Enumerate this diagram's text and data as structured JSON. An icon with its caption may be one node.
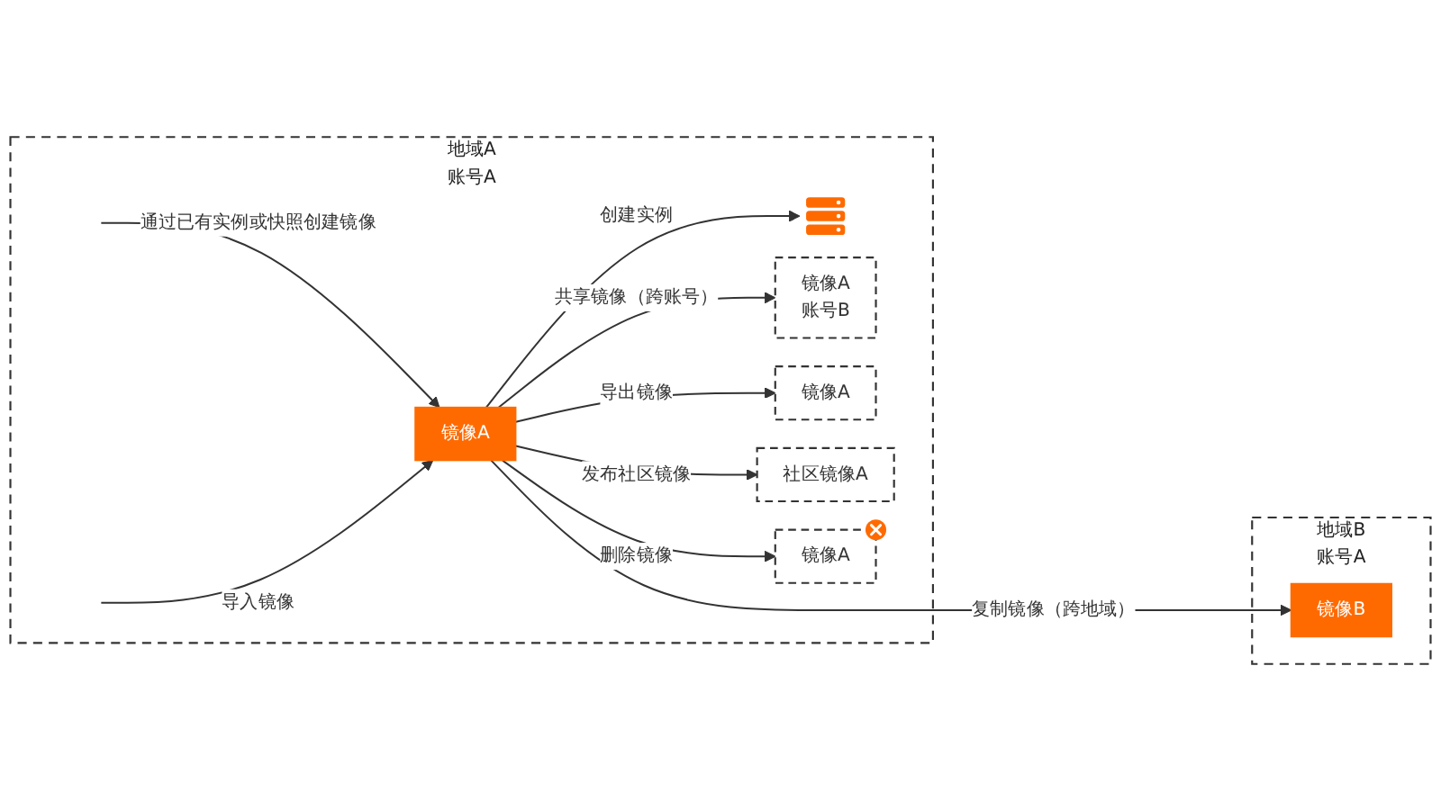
{
  "diagram": {
    "nodes": [
      {
        "text": [
          "地域A",
          "账号A"
        ]
      },
      {
        "text": [],
        "shape": "picture",
        "in": 0
      },
      {
        "text": [
          "镜像A"
        ],
        "in": 0
      },
      {
        "text": [
          "镜像A",
          "账号B"
        ],
        "in": 0
      },
      {
        "text": [
          "镜像A"
        ],
        "in": 0
      },
      {
        "text": [
          "社区镜像A"
        ],
        "in": 0
      },
      {
        "text": [
          "镜像A"
        ],
        "in": 0
      },
      {
        "text": [
          "地域B",
          "账号A"
        ]
      },
      {
        "text": [
          "镜像B"
        ],
        "in": 7
      }
    ],
    "edges": [
      {
        "from": null,
        "to": 2,
        "arrow": "to",
        "label": "通过已有实例或快照创建镜像"
      },
      {
        "from": null,
        "to": 2,
        "arrow": "to",
        "label": "导入镜像"
      },
      {
        "from": 2,
        "to": 1,
        "arrow": "to",
        "label": "创建实例"
      },
      {
        "from": 2,
        "to": 8,
        "arrow": "to",
        "label": "复制镜像（跨地域）"
      },
      {
        "from": 2,
        "to": 3,
        "arrow": "to",
        "label": "共享镜像（跨账号）"
      },
      {
        "from": 2,
        "to": 4,
        "arrow": "to",
        "label": "导出镜像"
      },
      {
        "from": 2,
        "to": 6,
        "arrow": "to",
        "label": "删除镜像"
      },
      {
        "from": 2,
        "to": 5,
        "arrow": "to",
        "label": "发布社区镜像"
      }
    ]
  }
}
